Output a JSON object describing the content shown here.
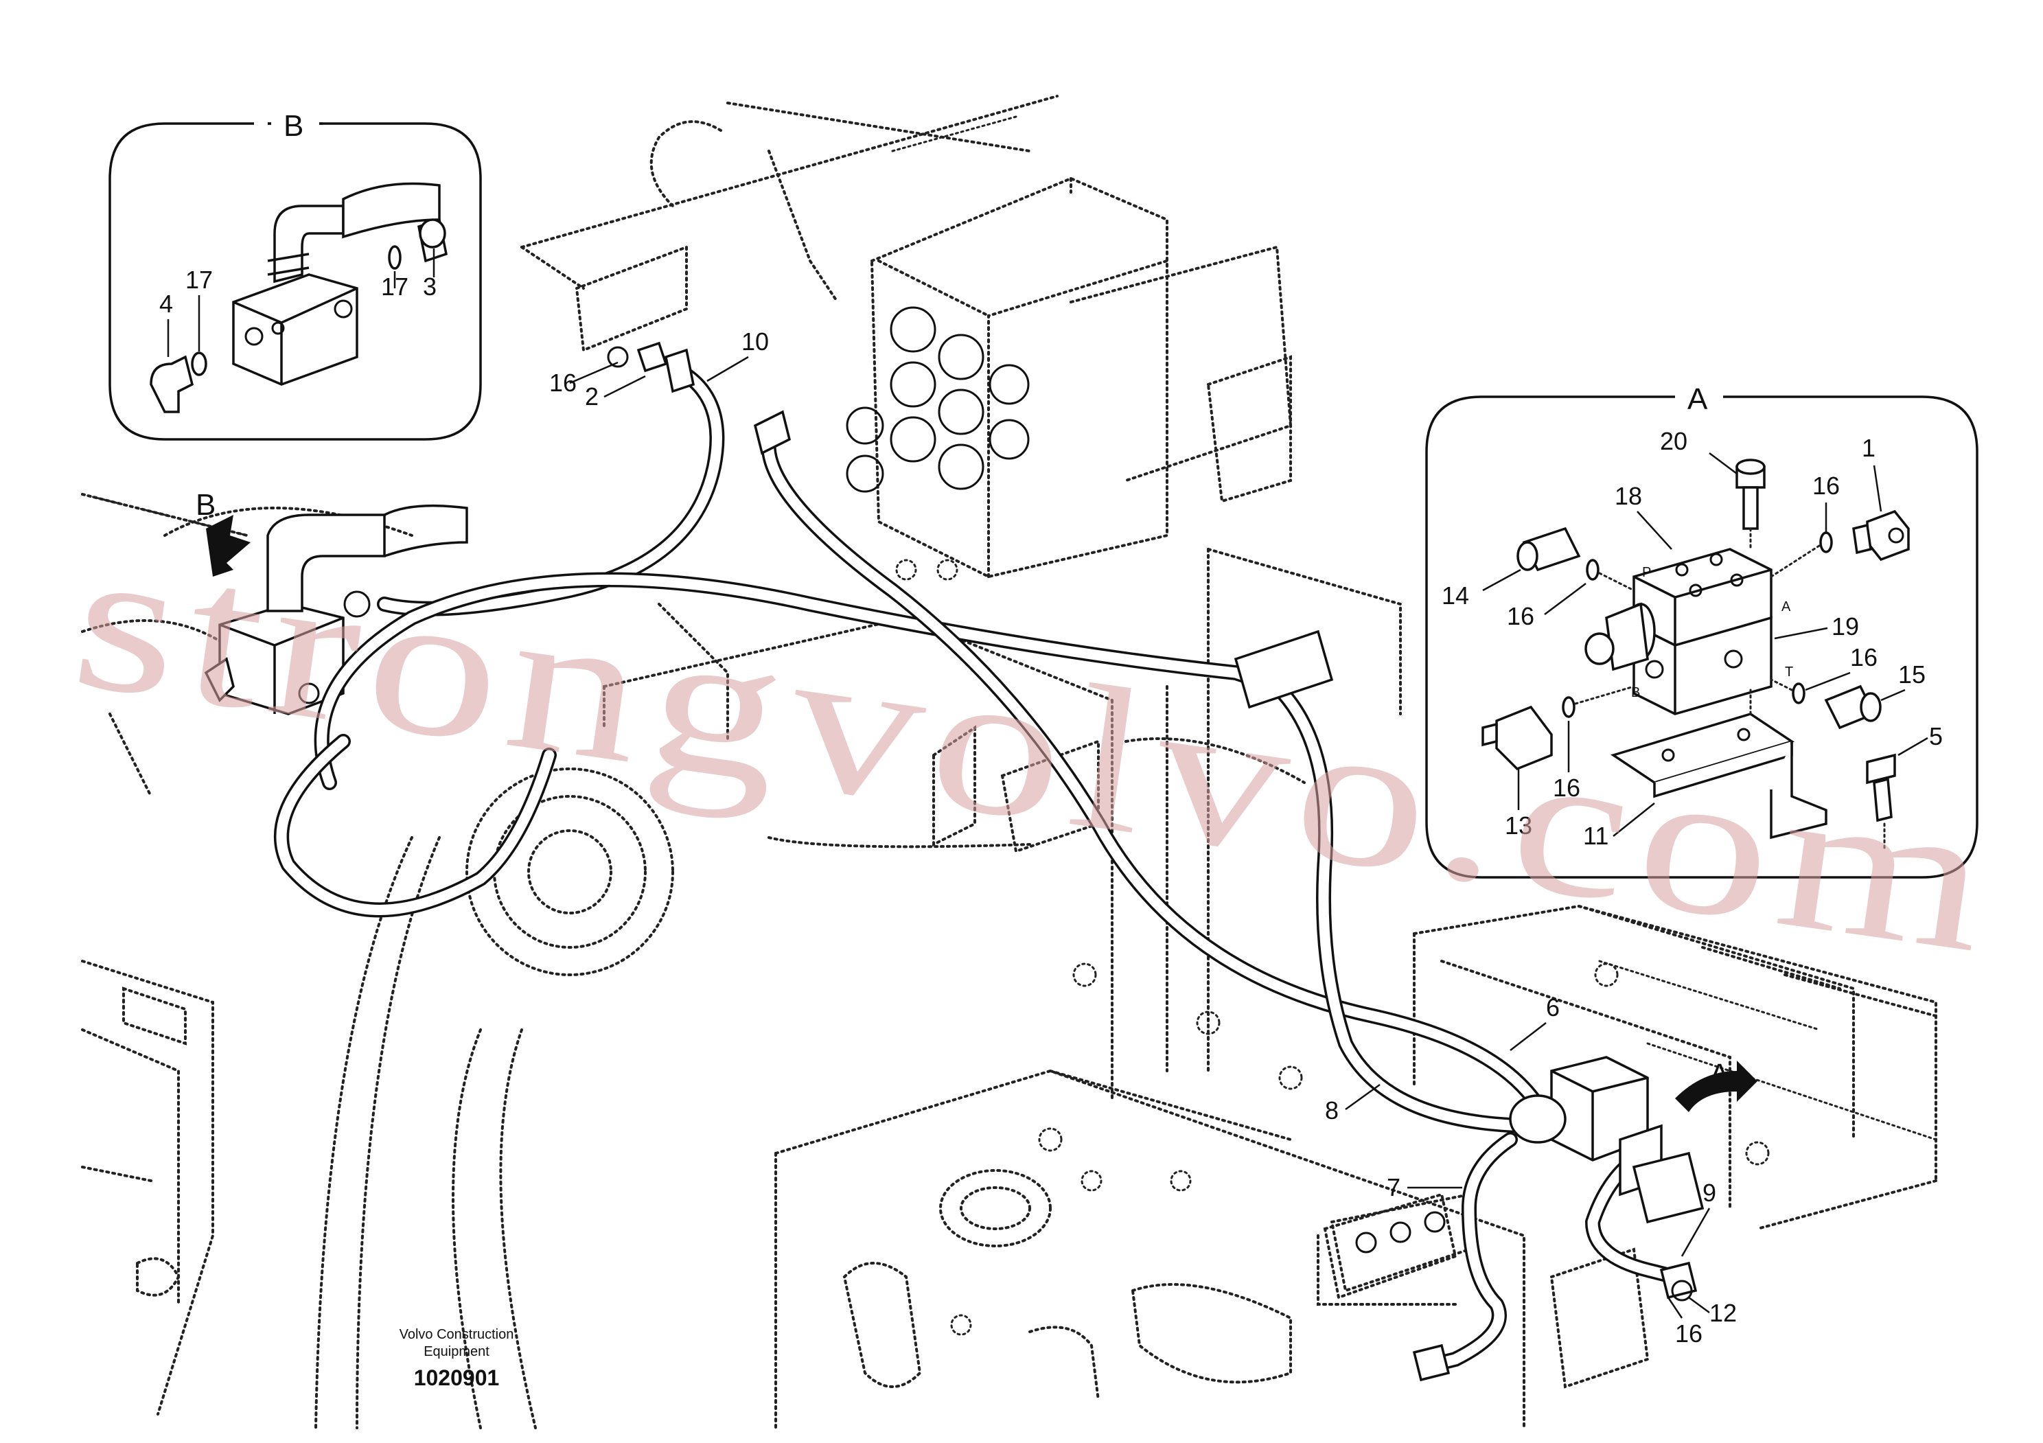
{
  "inset_b": {
    "title": "B",
    "callouts": [
      "4",
      "17",
      "17",
      "3"
    ]
  },
  "inset_a": {
    "title": "A",
    "callouts": [
      "20",
      "1",
      "18",
      "16",
      "14",
      "16",
      "19",
      "16",
      "15",
      "5",
      "16",
      "13",
      "11"
    ],
    "port_labels": [
      "P",
      "A",
      "T",
      "B"
    ]
  },
  "main_callouts": [
    "16",
    "2",
    "10",
    "B",
    "6",
    "A",
    "8",
    "7",
    "9",
    "12",
    "16"
  ],
  "footer": {
    "company_line1": "Volvo Construction",
    "company_line2": "Equipment",
    "drawing_number": "1020901"
  },
  "watermark": "strongvolvo.com",
  "colors": {
    "line": "#111111",
    "watermark": "#d9a0a0",
    "background": "#ffffff"
  }
}
